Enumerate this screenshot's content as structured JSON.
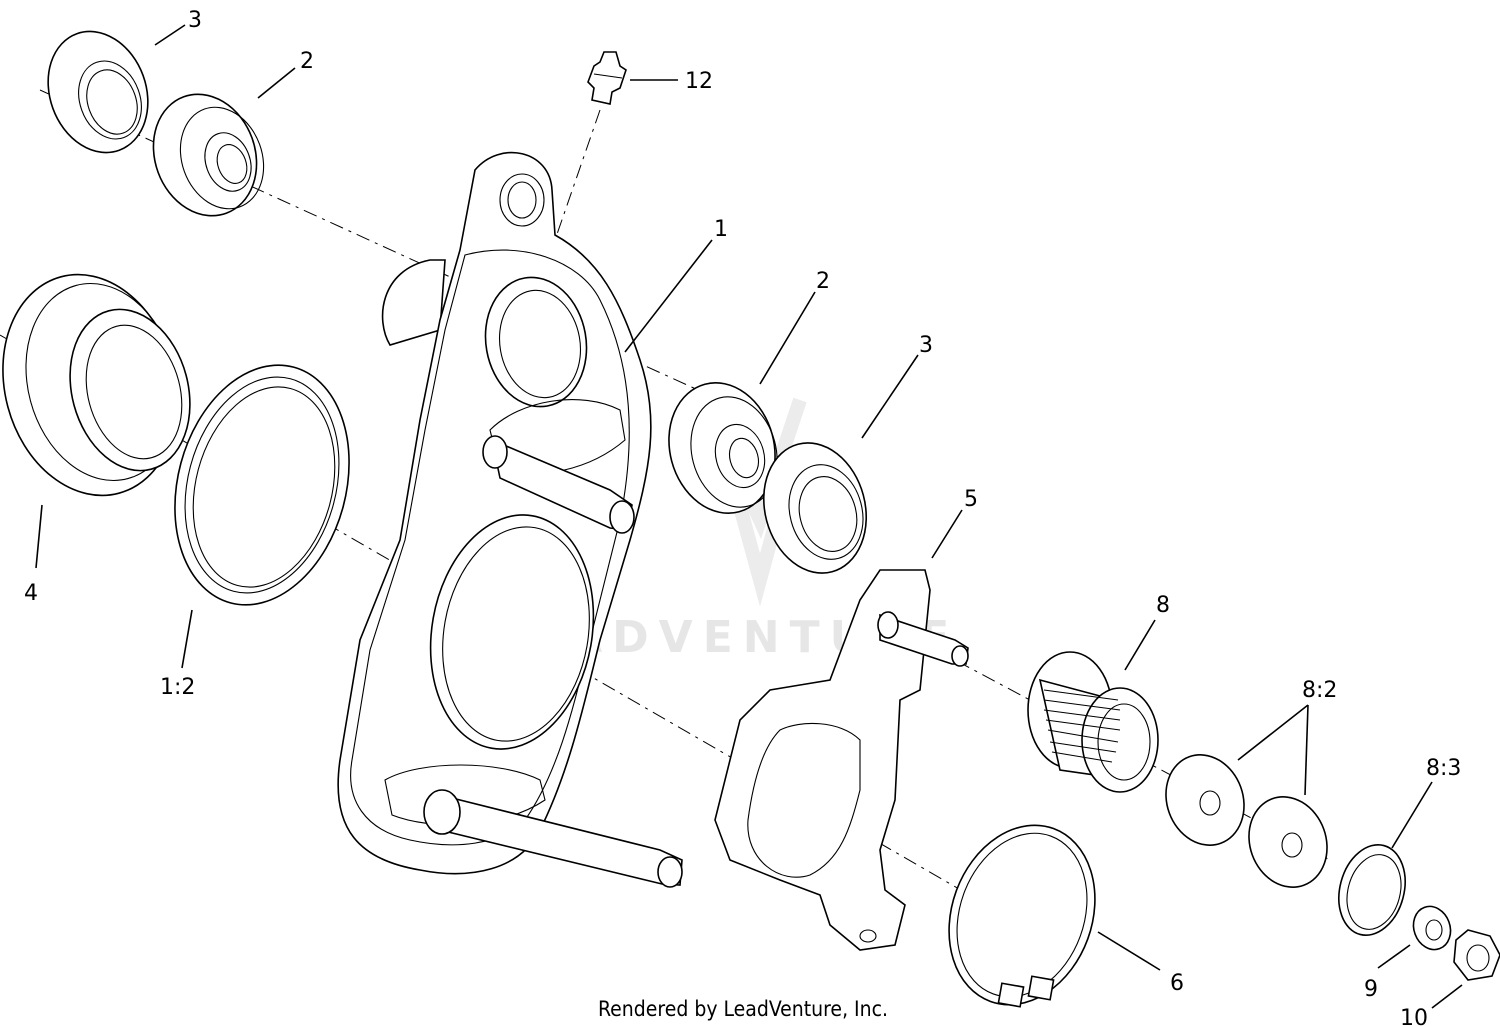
{
  "watermark": "LEADVENTURE",
  "credit": "Rendered by LeadVenture, Inc.",
  "callouts": {
    "c3_top": "3",
    "c2_top": "2",
    "c12": "12",
    "c1": "1",
    "c2_mid": "2",
    "c3_mid": "3",
    "c4": "4",
    "c1_2": "1:2",
    "c5": "5",
    "c8": "8",
    "c8_2": "8:2",
    "c8_3": "8:3",
    "c6": "6",
    "c9": "9",
    "c10": "10"
  },
  "colors": {
    "line": "#000000",
    "background": "#ffffff",
    "watermark": "#e6e6e6"
  }
}
